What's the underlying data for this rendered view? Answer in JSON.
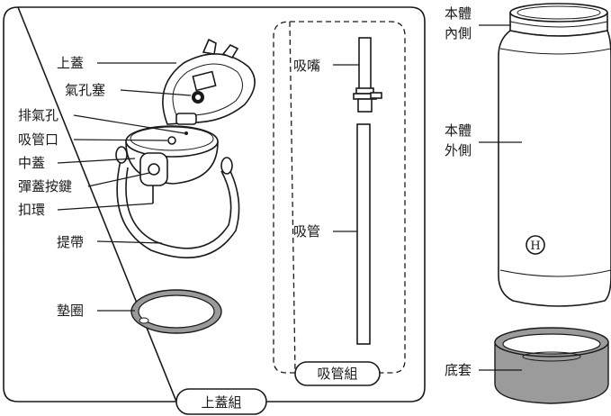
{
  "lid_group": {
    "title": "上蓋組",
    "labels": {
      "top_lid": "上蓋",
      "vent_plug": "氣孔塞",
      "vent_hole": "排氣孔",
      "straw_mouth": "吸管口",
      "middle_lid": "中蓋",
      "pop_button": "彈蓋按鍵",
      "buckle": "扣環",
      "strap": "提帶",
      "gasket": "墊圈"
    }
  },
  "straw_group": {
    "title": "吸管組",
    "labels": {
      "mouthpiece": "吸嘴",
      "straw": "吸管"
    }
  },
  "body_parts": {
    "labels": {
      "inner_line1": "本體",
      "inner_line2": "內側",
      "outer_line1": "本體",
      "outer_line2": "外側",
      "base_cover": "底套"
    },
    "logo_glyph": "H"
  },
  "colors": {
    "line": "#1a1a1a",
    "gasket_gray": "#9a9a9a",
    "base_gray": "#9b9b9b",
    "background": "#ffffff"
  }
}
